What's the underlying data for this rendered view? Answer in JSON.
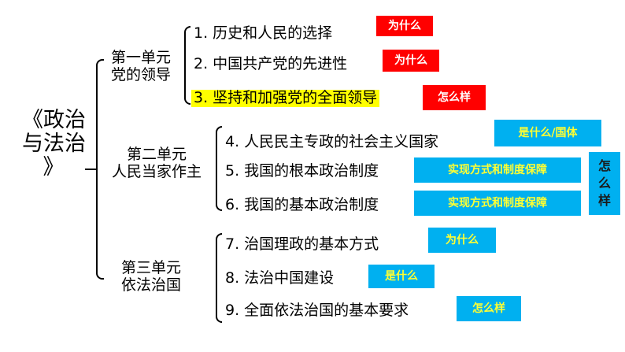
{
  "diagram": {
    "title": {
      "line1": "《政治",
      "line2": "与法治",
      "line3": "》"
    },
    "units": [
      {
        "name": "第一单元",
        "subtitle": "党的领导",
        "items": [
          {
            "text": "1. 历史和人民的选择",
            "tag": "为什么"
          },
          {
            "text": "2. 中国共产党的先进性",
            "tag": "为什么"
          },
          {
            "text": "3. 坚持和加强党的全面领导",
            "tag": "怎么样"
          }
        ]
      },
      {
        "name": "第二单元",
        "subtitle": "人民当家作主",
        "items": [
          {
            "text": "4. 人民民主专政的社会主义国家",
            "tag": "是什么/国体"
          },
          {
            "text": "5. 我国的根本政治制度",
            "tag": "实现方式和制度保障"
          },
          {
            "text": "6. 我国的基本政治制度",
            "tag": "实现方式和制度保障"
          }
        ],
        "side_tag": {
          "c1": "怎",
          "c2": "么",
          "c3": "样"
        }
      },
      {
        "name": "第三单元",
        "subtitle": "依法治国",
        "items": [
          {
            "text": "7. 治国理政的基本方式",
            "tag": "为什么"
          },
          {
            "text": "8. 法治中国建设",
            "tag": "是什么"
          },
          {
            "text": "9. 全面依法治国的基本要求",
            "tag": "怎么样"
          }
        ]
      }
    ],
    "colors": {
      "tag_red": "#ff0000",
      "tag_blue": "#00b0f0",
      "highlight": "#ffff00",
      "tag_text_blue": "#ffff33",
      "tag_text_red": "#ffffff"
    }
  }
}
